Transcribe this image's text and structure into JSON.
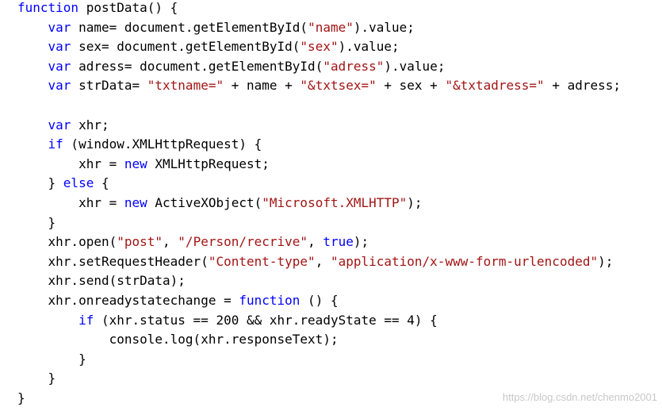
{
  "colors": {
    "background": "#ffffff",
    "keyword": "#0000ff",
    "string": "#a31515",
    "plain": "#000000",
    "watermark": "#c8c8c8"
  },
  "code": {
    "lines": [
      [
        {
          "t": "kw",
          "v": "function"
        },
        {
          "t": "pl",
          "v": " postData() {"
        }
      ],
      [
        {
          "t": "pl",
          "v": "    "
        },
        {
          "t": "kw",
          "v": "var"
        },
        {
          "t": "pl",
          "v": " name= document.getElementById("
        },
        {
          "t": "str",
          "v": "\"name\""
        },
        {
          "t": "pl",
          "v": ").value;"
        }
      ],
      [
        {
          "t": "pl",
          "v": "    "
        },
        {
          "t": "kw",
          "v": "var"
        },
        {
          "t": "pl",
          "v": " sex= document.getElementById("
        },
        {
          "t": "str",
          "v": "\"sex\""
        },
        {
          "t": "pl",
          "v": ").value;"
        }
      ],
      [
        {
          "t": "pl",
          "v": "    "
        },
        {
          "t": "kw",
          "v": "var"
        },
        {
          "t": "pl",
          "v": " adress= document.getElementById("
        },
        {
          "t": "str",
          "v": "\"adress\""
        },
        {
          "t": "pl",
          "v": ").value;"
        }
      ],
      [
        {
          "t": "pl",
          "v": "    "
        },
        {
          "t": "kw",
          "v": "var"
        },
        {
          "t": "pl",
          "v": " strData= "
        },
        {
          "t": "str",
          "v": "\"txtname=\""
        },
        {
          "t": "pl",
          "v": " + name + "
        },
        {
          "t": "str",
          "v": "\"&txtsex=\""
        },
        {
          "t": "pl",
          "v": " + sex + "
        },
        {
          "t": "str",
          "v": "\"&txtadress=\""
        },
        {
          "t": "pl",
          "v": " + adress;"
        }
      ],
      [],
      [
        {
          "t": "pl",
          "v": "    "
        },
        {
          "t": "kw",
          "v": "var"
        },
        {
          "t": "pl",
          "v": " xhr;"
        }
      ],
      [
        {
          "t": "pl",
          "v": "    "
        },
        {
          "t": "kw",
          "v": "if"
        },
        {
          "t": "pl",
          "v": " (window.XMLHttpRequest) {"
        }
      ],
      [
        {
          "t": "pl",
          "v": "        xhr = "
        },
        {
          "t": "kw",
          "v": "new"
        },
        {
          "t": "pl",
          "v": " XMLHttpRequest;"
        }
      ],
      [
        {
          "t": "pl",
          "v": "    } "
        },
        {
          "t": "kw",
          "v": "else"
        },
        {
          "t": "pl",
          "v": " {"
        }
      ],
      [
        {
          "t": "pl",
          "v": "        xhr = "
        },
        {
          "t": "kw",
          "v": "new"
        },
        {
          "t": "pl",
          "v": " ActiveXObject("
        },
        {
          "t": "str",
          "v": "\"Microsoft.XMLHTTP\""
        },
        {
          "t": "pl",
          "v": ");"
        }
      ],
      [
        {
          "t": "pl",
          "v": "    }"
        }
      ],
      [
        {
          "t": "pl",
          "v": "    xhr.open("
        },
        {
          "t": "str",
          "v": "\"post\""
        },
        {
          "t": "pl",
          "v": ", "
        },
        {
          "t": "str",
          "v": "\"/Person/recrive\""
        },
        {
          "t": "pl",
          "v": ", "
        },
        {
          "t": "kw",
          "v": "true"
        },
        {
          "t": "pl",
          "v": ");"
        }
      ],
      [
        {
          "t": "pl",
          "v": "    xhr.setRequestHeader("
        },
        {
          "t": "str",
          "v": "\"Content-type\""
        },
        {
          "t": "pl",
          "v": ", "
        },
        {
          "t": "str",
          "v": "\"application/x-www-form-urlencoded\""
        },
        {
          "t": "pl",
          "v": ");"
        }
      ],
      [
        {
          "t": "pl",
          "v": "    xhr.send(strData);"
        }
      ],
      [
        {
          "t": "pl",
          "v": "    xhr.onreadystatechange = "
        },
        {
          "t": "kw",
          "v": "function"
        },
        {
          "t": "pl",
          "v": " () {"
        }
      ],
      [
        {
          "t": "pl",
          "v": "        "
        },
        {
          "t": "kw",
          "v": "if"
        },
        {
          "t": "pl",
          "v": " (xhr.status == 200 && xhr.readyState == 4) {"
        }
      ],
      [
        {
          "t": "pl",
          "v": "            console.log(xhr.responseText);"
        }
      ],
      [
        {
          "t": "pl",
          "v": "        }"
        }
      ],
      [
        {
          "t": "pl",
          "v": "    }"
        }
      ],
      [
        {
          "t": "pl",
          "v": "}"
        }
      ]
    ]
  },
  "watermark": "https://blog.csdn.net/chenmo2001"
}
